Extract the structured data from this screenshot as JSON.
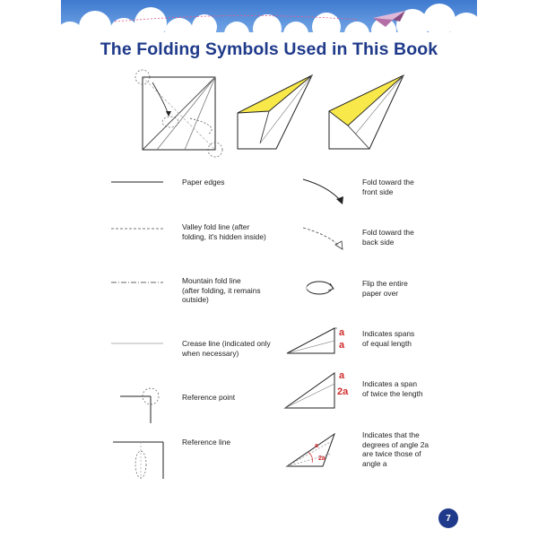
{
  "page": {
    "title": "The Folding Symbols Used in This Book",
    "page_number": "7"
  },
  "colors": {
    "title": "#1f3a8a",
    "sky": "#5b8fd6",
    "paper_yellow": "#f8e84a",
    "accent_red": "#d12a2a",
    "page_badge": "#1f3a8a"
  },
  "left_items": [
    {
      "name": "paper-edges",
      "label": "Paper edges"
    },
    {
      "name": "valley-fold-line",
      "label": "Valley fold line (after\nfolding, it's hidden inside)"
    },
    {
      "name": "mountain-fold-line",
      "label": "Mountain fold line\n(after folding, it remains\noutside)"
    },
    {
      "name": "crease-line",
      "label": "Crease line (indicated only\nwhen necessary)"
    },
    {
      "name": "reference-point",
      "label": "Reference point"
    },
    {
      "name": "reference-line",
      "label": "Reference line"
    }
  ],
  "right_items": [
    {
      "name": "fold-toward-front",
      "label": "Fold toward the\nfront side"
    },
    {
      "name": "fold-toward-back",
      "label": "Fold toward the\nback side"
    },
    {
      "name": "flip-paper",
      "label": "Flip the entire\npaper over"
    },
    {
      "name": "equal-spans",
      "label": "Indicates spans\nof equal length"
    },
    {
      "name": "twice-span",
      "label": "Indicates a span\nof twice the length"
    },
    {
      "name": "twice-angle",
      "label": "Indicates that the\ndegrees of angle 2a\nare twice those of\nangle a"
    }
  ],
  "symbol_marks": {
    "a": "a",
    "two_a": "2a"
  }
}
